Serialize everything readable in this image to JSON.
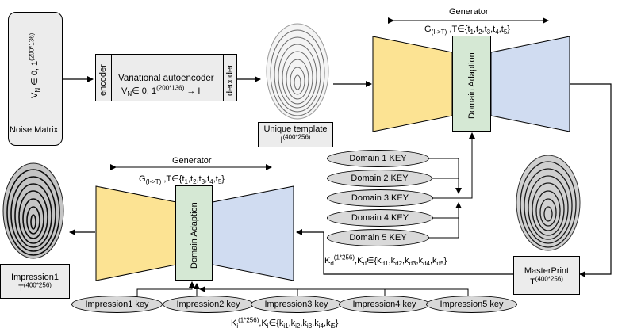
{
  "noise_matrix": {
    "vertical_text": "V",
    "vertical_sub": "N",
    "vertical_rest": " ∈ 0, 1",
    "vertical_sup": "(200*136)",
    "label": "Noise Matrix"
  },
  "vae": {
    "encoder": "encoder",
    "decoder": "decoder",
    "title": "Variational autoencoder",
    "formula_v": "V",
    "formula_sub": "N",
    "formula_mid": "∈ 0, 1",
    "formula_sup": "(200*136)",
    "formula_arrow": "→",
    "formula_out": "I"
  },
  "template": {
    "label": "Unique template",
    "sym": "I",
    "sup": "(400*256)"
  },
  "generator_top": {
    "title": "Generator",
    "g": "G",
    "g_sub": "(I->T)",
    "t_set": ",T∈{t",
    "subs": [
      "1",
      "2",
      "3",
      "4",
      "5"
    ],
    "domain_adaption": "Domain Adaption"
  },
  "generator_bottom": {
    "title": "Generator",
    "g": "G",
    "g_sub": "(I->T)",
    "t_set": ",T∈{t",
    "subs": [
      "1",
      "2",
      "3",
      "4",
      "5"
    ],
    "domain_adaption": "Domain Adaption"
  },
  "domain_keys": [
    "Domain 1 KEY",
    "Domain 2 KEY",
    "Domain 3 KEY",
    "Domain 4 KEY",
    "Domain 5 KEY"
  ],
  "kd_formula": {
    "k": "K",
    "k_sub": "d",
    "sup": "(1*256)",
    "set": ",K",
    "set_sub": "d",
    "in": "∈{k",
    "subs": [
      "d1",
      "d2",
      "d3",
      "d4",
      "d5"
    ]
  },
  "masterprint": {
    "label": "MasterPrint",
    "sym": "T",
    "sup": "(400*256)"
  },
  "impression": {
    "label": "Impression1",
    "sym": "T",
    "sup": "(400*256)"
  },
  "impression_keys": [
    "Impression1 key",
    "Impression2 key",
    "Impression3 key",
    "Impression4 key",
    "Impression5 key"
  ],
  "ki_formula": {
    "k": "K",
    "k_sub": "i",
    "sup": "(1*256)",
    "set": ",K",
    "set_sub": "i",
    "in": "∈{k",
    "subs": [
      "i1",
      "i2",
      "i3",
      "i4",
      "i5"
    ]
  },
  "colors": {
    "encoder_fill": "#fce393",
    "decoder_fill": "#d0dcf1",
    "adaption_fill": "#d5e8d4",
    "box_fill": "#ececec",
    "key_fill": "#d9d9d9"
  },
  "icons": [
    "fingerprint-template-icon",
    "fingerprint-masterprint-icon",
    "fingerprint-impression-icon"
  ]
}
